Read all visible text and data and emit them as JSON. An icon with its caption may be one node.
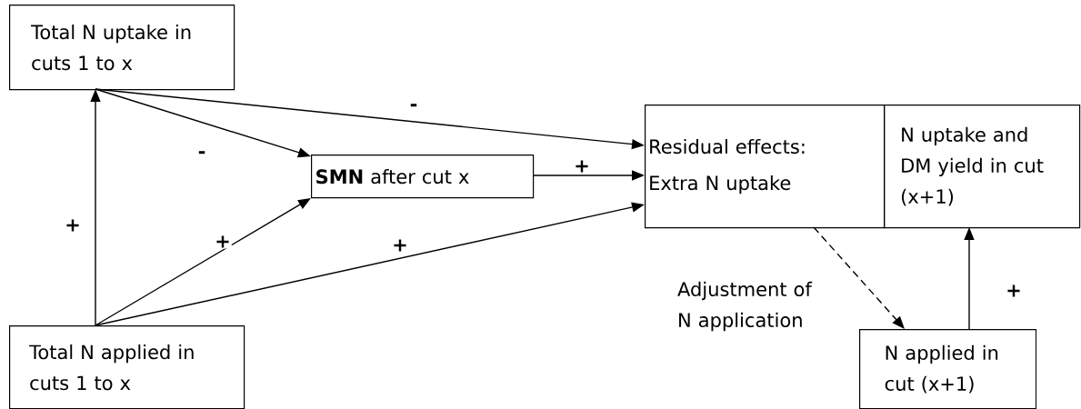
{
  "diagram": {
    "nodes": [
      {
        "text": [
          "Total N uptake in cuts 1 to x"
        ]
      },
      {
        "text": [
          "**SMN** after cut x"
        ]
      },
      {
        "text": [
          "Residual effects:",
          "Extra N uptake"
        ]
      },
      {
        "text": [
          "N uptake and DM yield in cut (x+1)"
        ]
      },
      {
        "text": [
          "Total N applied in cuts 1 to x"
        ]
      },
      {
        "text": [
          "N applied in cut (x+1)"
        ]
      }
    ],
    "edges": [
      {
        "from": 4,
        "to": 0,
        "arrow": "to",
        "label": "+"
      },
      {
        "from": 0,
        "to": 1,
        "arrow": "to",
        "label": "-"
      },
      {
        "from": 0,
        "to": 2,
        "arrow": "to",
        "label": "-"
      },
      {
        "from": 4,
        "to": 1,
        "arrow": "to",
        "label": "+"
      },
      {
        "from": 4,
        "to": 2,
        "arrow": "to",
        "label": "+"
      },
      {
        "from": 1,
        "to": 2,
        "arrow": "to",
        "label": "+"
      },
      {
        "from": 2,
        "to": 5,
        "arrow": "to",
        "style": "dashed",
        "label": "Adjustment of N application"
      },
      {
        "from": 5,
        "to": 3,
        "arrow": "to",
        "label": "+"
      }
    ]
  }
}
